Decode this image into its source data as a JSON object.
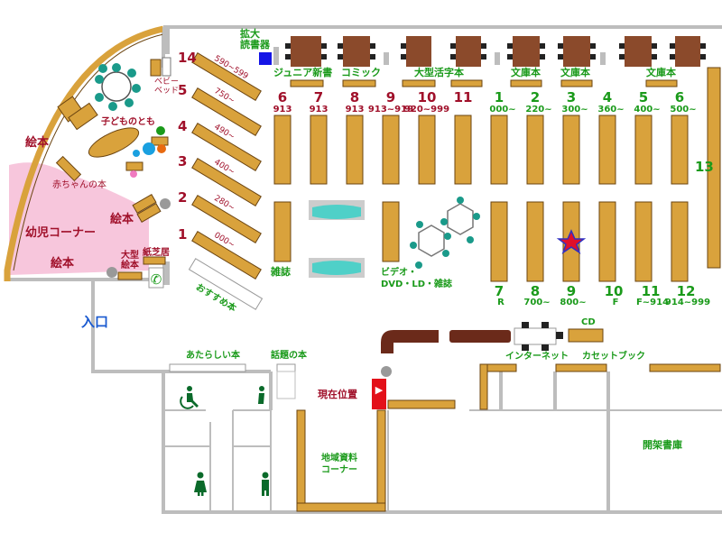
{
  "labels": {
    "large_print_reader": "拡大\n読書器",
    "baby_bed": "ベビー\nベッド",
    "childrens_forest": "子どものとも",
    "picture_books_1": "絵本",
    "picture_books_2": "絵本",
    "picture_books_3": "絵本",
    "babies_books": "赤ちゃんの本",
    "preschool_corner": "幼児コーナー",
    "big_picture_books": "大型\n絵本",
    "kamishibai": "紙芝居",
    "recommended": "おすすめ本",
    "entrance": "入口",
    "new_books": "あたらしい本",
    "topical_books": "話題の本",
    "current_location": "現在位置",
    "local_materials": "地域資料\nコーナー",
    "closed_stacks": "開架書庫",
    "internet": "インターネット",
    "cassette_books": "カセットブック",
    "cd": "CD",
    "magazines": "雑誌",
    "video_media": "ビデオ・\nDVD・LD・雑誌",
    "junior_new": "ジュニア新書",
    "comics": "コミック",
    "large_print": "大型活字本",
    "bunko_1": "文庫本",
    "bunko_2": "文庫本",
    "bunko_3": "文庫本"
  },
  "diagonal_shelves": [
    {
      "num": "14",
      "range": "590~599"
    },
    {
      "num": "5",
      "range": "750~"
    },
    {
      "num": "4",
      "range": "490~"
    },
    {
      "num": "3",
      "range": "400~"
    },
    {
      "num": "2",
      "range": "280~"
    },
    {
      "num": "1",
      "range": "000~"
    }
  ],
  "red_shelves": [
    {
      "num": "6",
      "range": "913"
    },
    {
      "num": "7",
      "range": "913"
    },
    {
      "num": "8",
      "range": "913"
    },
    {
      "num": "9",
      "range": "913~919"
    },
    {
      "num": "10",
      "range": "920~999"
    },
    {
      "num": "11",
      "range": ""
    }
  ],
  "green_top_shelves": [
    {
      "num": "1",
      "range": "000~"
    },
    {
      "num": "2",
      "range": "220~"
    },
    {
      "num": "3",
      "range": "300~"
    },
    {
      "num": "4",
      "range": "360~"
    },
    {
      "num": "5",
      "range": "400~"
    },
    {
      "num": "6",
      "range": "500~"
    }
  ],
  "green_bottom_shelves": [
    {
      "num": "7",
      "range": "R"
    },
    {
      "num": "8",
      "range": "700~"
    },
    {
      "num": "9",
      "range": "800~"
    },
    {
      "num": "10",
      "range": "F"
    },
    {
      "num": "11",
      "range": "F~914"
    },
    {
      "num": "12",
      "range": "914~999"
    }
  ],
  "side_shelf": {
    "num": "13"
  },
  "colors": {
    "shelf": "#d9a23c",
    "shelf_border": "#6b4410",
    "table": "#8b4a2b",
    "pink_area": "#f7c6dc",
    "arc_wall": "#d9a23c",
    "wall": "#bdbdbd",
    "pool": "#4fd0c8",
    "green_text": "#1a9a1a",
    "red_text": "#a0102a",
    "reader_blue": "#1515e6",
    "current_red": "#e3101a",
    "star": "#e0102a"
  }
}
